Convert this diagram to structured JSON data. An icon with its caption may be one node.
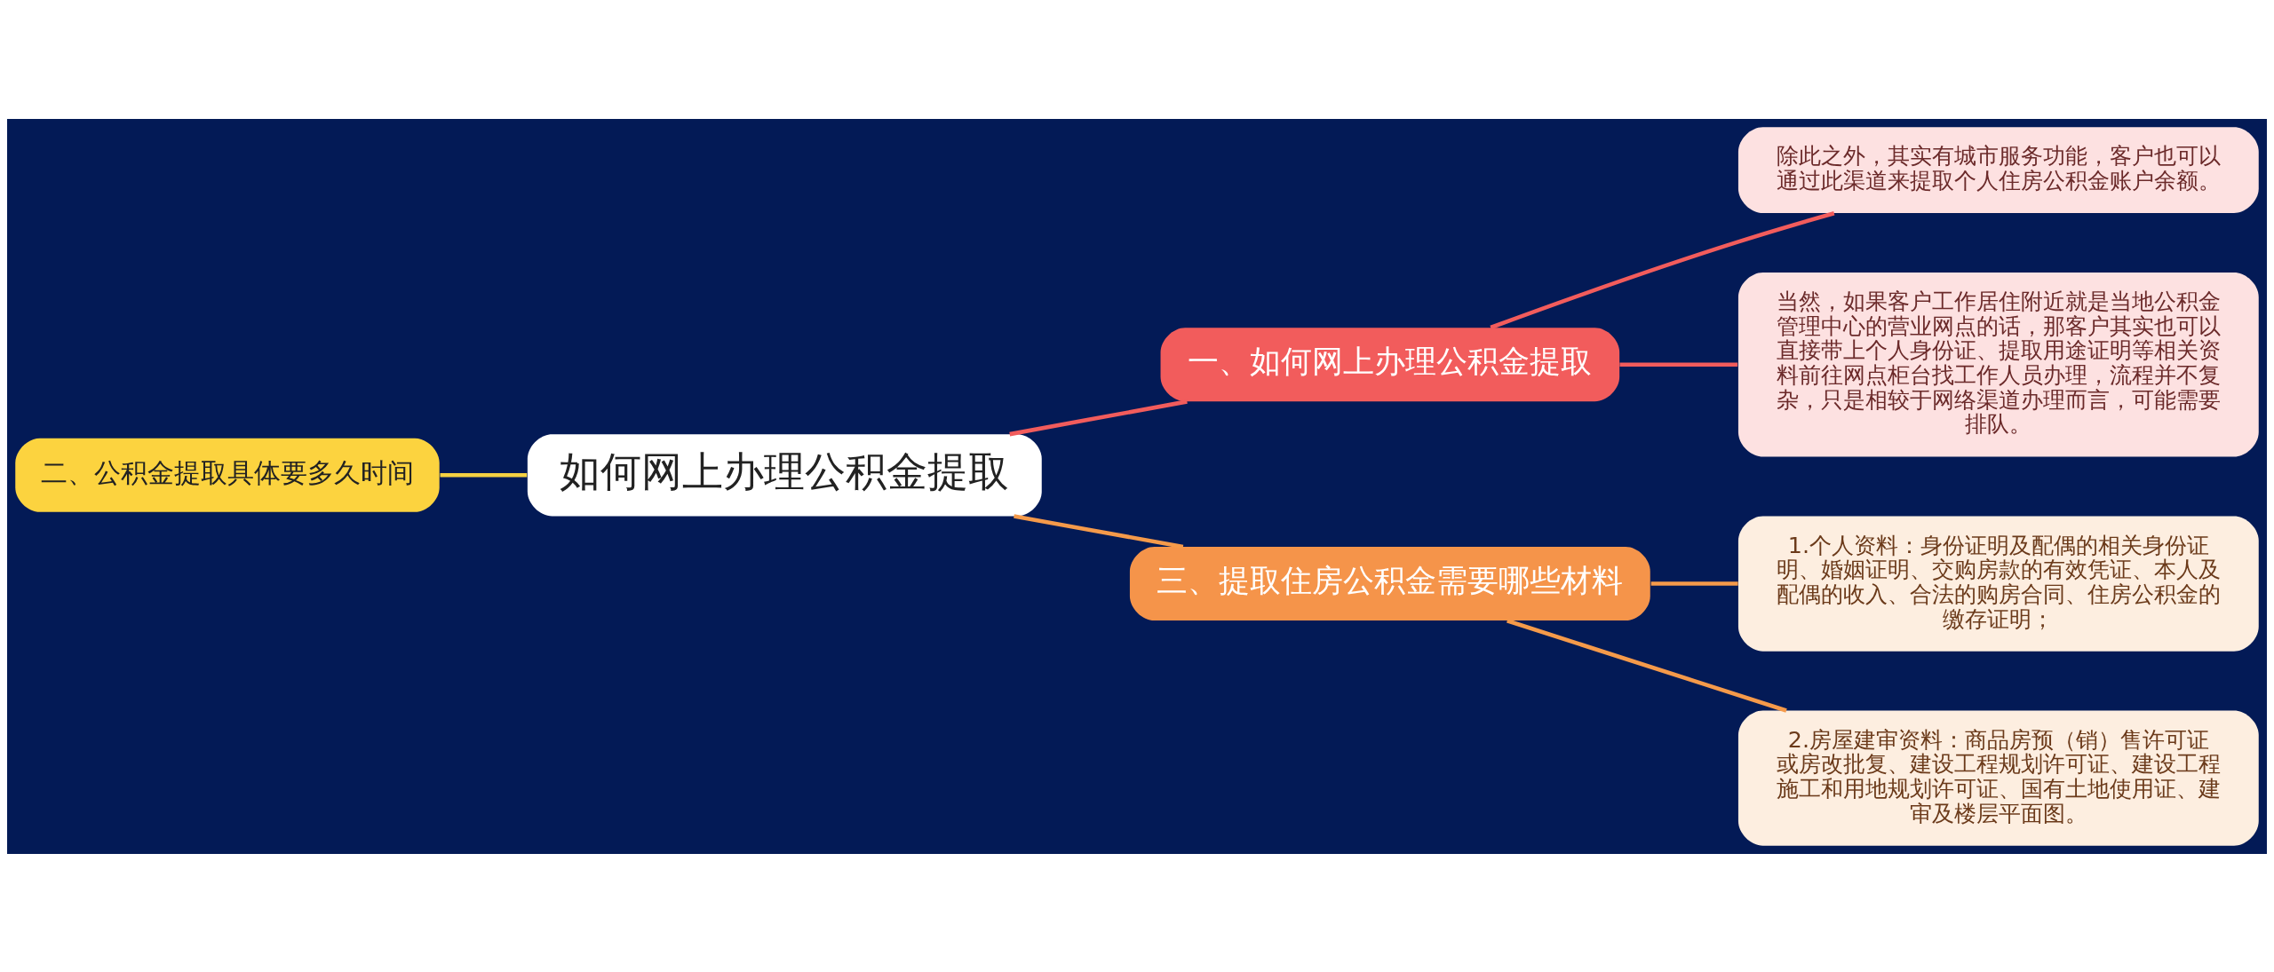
{
  "diagram": {
    "nodes": [
      {
        "text": [
          "二、公积金提取具体要多久时间"
        ]
      },
      {
        "text": [
          "如何网上办理公积金提取"
        ]
      },
      {
        "text": [
          "一、如何网上办理公积金提取"
        ]
      },
      {
        "text": [
          "除此之外，其实有城市服务功能，客户也可以通过此渠道来提取个人住房公积金账户余额。"
        ]
      },
      {
        "text": [
          "当然，如果客户工作居住附近就是当地公积金管理中心的营业网点的话，那客户其实也可以直接带上个人身份证、提取用途证明等相关资料前往网点柜台找工作人员办理，流程并不复杂，只是相较于网络渠道办理而言，可能需要排队。"
        ]
      },
      {
        "text": [
          "三、提取住房公积金需要哪些材料"
        ]
      },
      {
        "text": [
          "1.个人资料：身份证明及配偶的相关身份证明、婚姻证明、交购房款的有效凭证、本人及配偶的收入、合法的购房合同、住房公积金的缴存证明；"
        ]
      },
      {
        "text": [
          "2.房屋建审资料：商品房预（销）售许可证或房改批复、建设工程规划许可证、建设工程施工和用地规划许可证、国有土地使用证、建审及楼层平面图。"
        ]
      }
    ],
    "edges": [
      {
        "from": 0,
        "to": 1,
        "arrow": "none",
        "color": "#f5d142"
      },
      {
        "from": 1,
        "to": 2,
        "arrow": "none",
        "color": "#f25c5c"
      },
      {
        "from": 2,
        "to": 3,
        "arrow": "none",
        "color": "#f25c5c"
      },
      {
        "from": 2,
        "to": 4,
        "arrow": "none",
        "color": "#f25c5c"
      },
      {
        "from": 1,
        "to": 5,
        "arrow": "none",
        "color": "#f59a4a"
      },
      {
        "from": 5,
        "to": 6,
        "arrow": "none",
        "color": "#f59a4a"
      },
      {
        "from": 5,
        "to": 7,
        "arrow": "none",
        "color": "#f59a4a"
      }
    ]
  }
}
